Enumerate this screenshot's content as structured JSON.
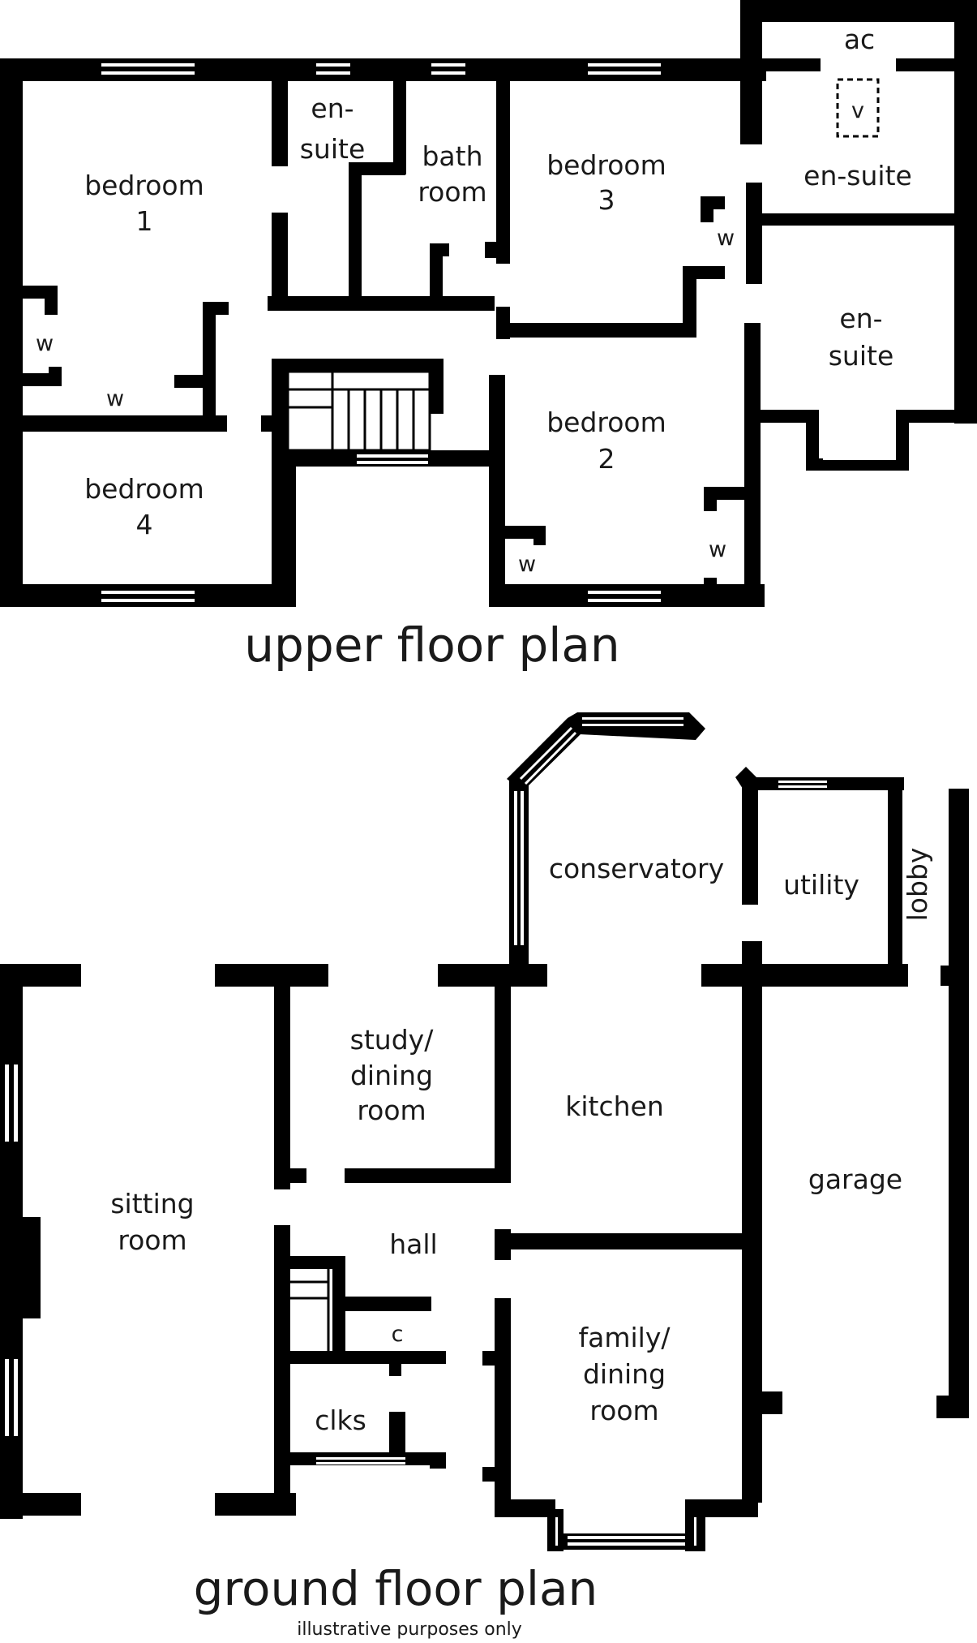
{
  "upper_floor": {
    "title": "upper floor plan",
    "rooms": {
      "bedroom_1": [
        "bedroom",
        "1"
      ],
      "en_suite_1": [
        "en-",
        "suite"
      ],
      "bath_room": [
        "bath",
        "room"
      ],
      "bedroom_3": [
        "bedroom",
        "3"
      ],
      "ac": "ac",
      "v": "v",
      "en_suite_3": "en-suite",
      "en_suite_2": [
        "en-",
        "suite"
      ],
      "bedroom_2": [
        "bedroom",
        "2"
      ],
      "bedroom_4": [
        "bedroom",
        "4"
      ]
    },
    "wardrobe": "w"
  },
  "ground_floor": {
    "title": "ground floor plan",
    "note": "illustrative purposes only",
    "rooms": {
      "conservatory": "conservatory",
      "utility": "utility",
      "lobby": "lobby",
      "study": [
        "study/",
        "dining",
        "room"
      ],
      "kitchen": "kitchen",
      "sitting_room": [
        "sitting",
        "room"
      ],
      "garage": "garage",
      "hall": "hall",
      "c": "c",
      "family": [
        "family/",
        "dining",
        "room"
      ],
      "clks": "clks"
    }
  }
}
